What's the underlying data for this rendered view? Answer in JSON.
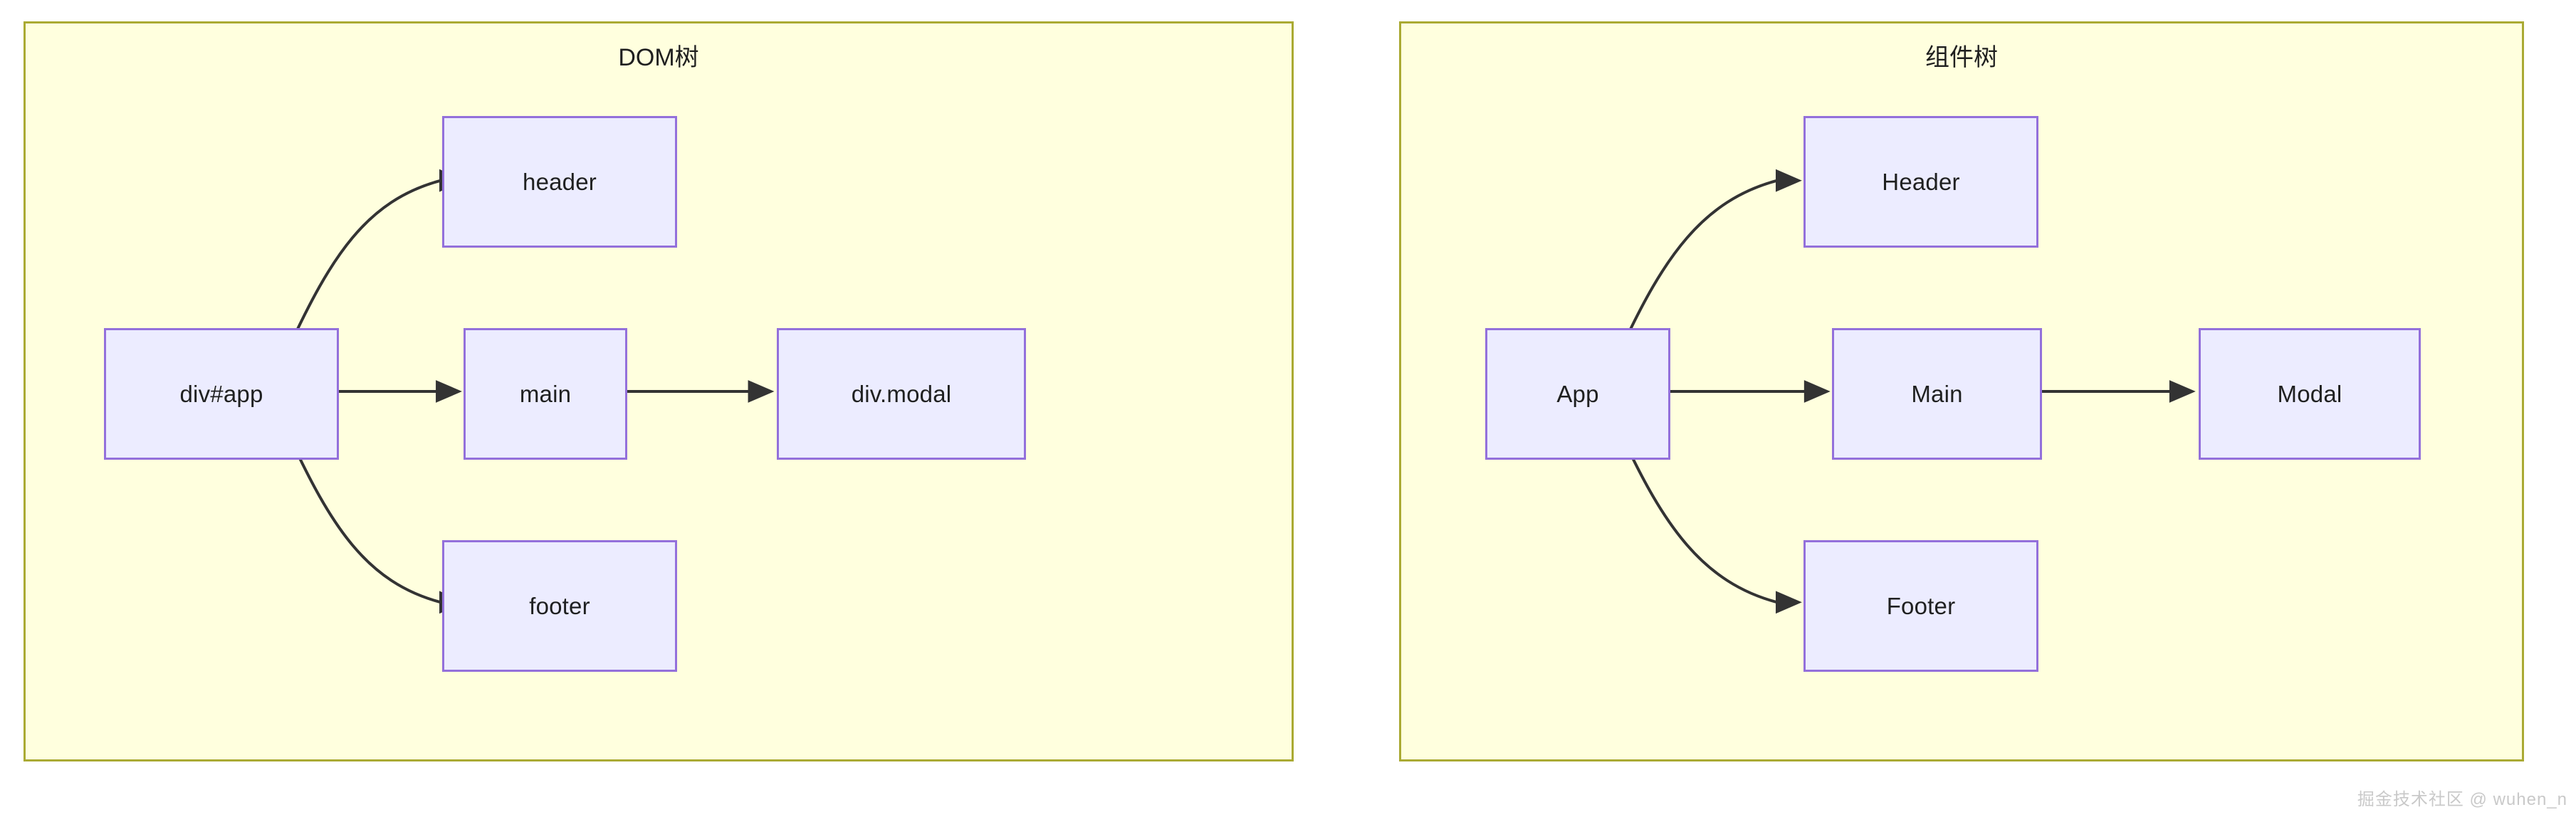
{
  "page": {
    "background_color": "#ffffff",
    "watermark": "掘金技术社区 @ wuhen_n"
  },
  "theme": {
    "panel_fill": "#ffffde",
    "panel_border": "#aaaa33",
    "node_fill": "#ececff",
    "node_border": "#9370db",
    "edge_color": "#333333",
    "text_color": "#1f2020",
    "watermark_color": "#c9c9c9"
  },
  "panels": [
    {
      "id": "dom-tree",
      "title": "DOM树",
      "nodes": [
        {
          "id": "header",
          "label": "header"
        },
        {
          "id": "div-app",
          "label": "div#app"
        },
        {
          "id": "main",
          "label": "main"
        },
        {
          "id": "div-modal",
          "label": "div.modal"
        },
        {
          "id": "footer",
          "label": "footer"
        }
      ],
      "edges": [
        {
          "from": "div#app",
          "to": "header",
          "style": "curved"
        },
        {
          "from": "div#app",
          "to": "main",
          "style": "straight"
        },
        {
          "from": "main",
          "to": "div.modal",
          "style": "straight"
        },
        {
          "from": "div#app",
          "to": "footer",
          "style": "curved"
        }
      ]
    },
    {
      "id": "component-tree",
      "title": "组件树",
      "nodes": [
        {
          "id": "Header",
          "label": "Header"
        },
        {
          "id": "App",
          "label": "App"
        },
        {
          "id": "Main",
          "label": "Main"
        },
        {
          "id": "Modal",
          "label": "Modal"
        },
        {
          "id": "Footer",
          "label": "Footer"
        }
      ],
      "edges": [
        {
          "from": "App",
          "to": "Header",
          "style": "curved"
        },
        {
          "from": "App",
          "to": "Main",
          "style": "straight"
        },
        {
          "from": "Main",
          "to": "Modal",
          "style": "straight"
        },
        {
          "from": "App",
          "to": "Footer",
          "style": "curved"
        }
      ]
    }
  ]
}
